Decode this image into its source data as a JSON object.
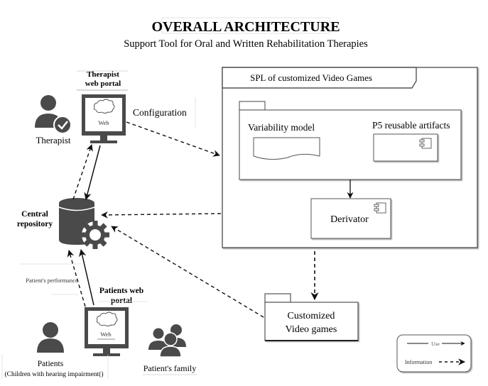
{
  "title": "OVERALL ARCHITECTURE",
  "subtitle": "Support Tool for Oral and Written Rehabilitation Therapies",
  "actors": {
    "therapist": {
      "label": "Therapist",
      "icon": "user-check-icon"
    },
    "patients": {
      "label": "Patients",
      "sublabel": "(Children with hearing impairment()",
      "icon": "user-icon"
    },
    "family": {
      "label": "Patient's family",
      "icon": "users-group-icon"
    }
  },
  "portals": {
    "therapist": {
      "label_line1": "Therapist",
      "label_line2": "web portal",
      "screen_text": "Web"
    },
    "patients": {
      "label_line1": "Patients web",
      "label_line2": "portal",
      "screen_text": "Web"
    }
  },
  "repository": {
    "label_line1": "Central",
    "label_line2": "repository",
    "icon": "database-gear-icon"
  },
  "spl": {
    "title": "SPL of customized Video Games",
    "variability_model": "Variability model",
    "reusable_artifacts": "P5 reusable artifacts",
    "derivator": "Derivator"
  },
  "customized": {
    "line1": "Customized",
    "line2": "Video games"
  },
  "connections": {
    "configuration": "Configuration",
    "patient_performance": "Patient's performance"
  },
  "legend": {
    "use": "Use",
    "information": "Information"
  },
  "colors": {
    "icon": "#4a4a4a",
    "line": "#111111",
    "box_border": "#555555"
  }
}
